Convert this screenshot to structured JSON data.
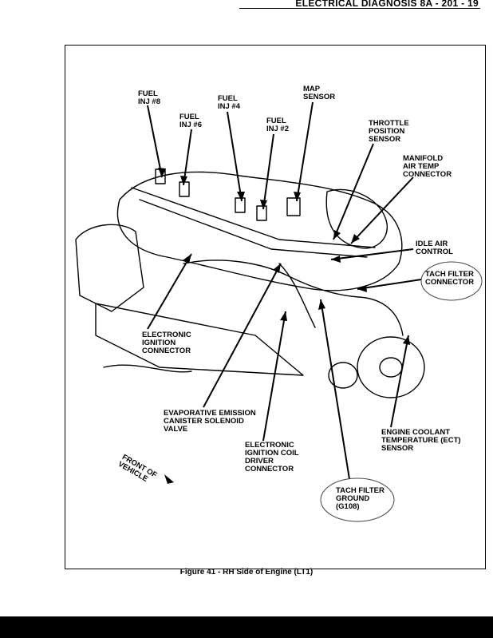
{
  "header": {
    "title": "ELECTRICAL DIAGNOSIS   8A - 201 - 19"
  },
  "figure": {
    "caption": "Figure 41 - RH Side of Engine (LT1)"
  },
  "labels": {
    "fuel_inj_8": "FUEL\nINJ #8",
    "fuel_inj_6": "FUEL\nINJ #6",
    "fuel_inj_4": "FUEL\nINJ #4",
    "fuel_inj_2": "FUEL\nINJ #2",
    "map_sensor": "MAP\nSENSOR",
    "throttle_position_sensor": "THROTTLE\nPOSITION\nSENSOR",
    "manifold_air_temp": "MANIFOLD\nAIR TEMP\nCONNECTOR",
    "idle_air_control": "IDLE AIR\nCONTROL",
    "tach_filter_connector": "TACH FILTER\nCONNECTOR",
    "electronic_ignition_connector": "ELECTRONIC\nIGNITION\nCONNECTOR",
    "evap_canister_solenoid": "EVAPORATIVE EMISSION\nCANISTER SOLENOID\nVALVE",
    "ignition_coil_driver": "ELECTRONIC\nIGNITION COIL\nDRIVER\nCONNECTOR",
    "engine_coolant_temp": "ENGINE COOLANT\nTEMPERATURE (ECT)\nSENSOR",
    "tach_filter_ground": "TACH FILTER\nGROUND\n(G108)",
    "front_of_vehicle": "FRONT OF\nVEHICLE"
  }
}
